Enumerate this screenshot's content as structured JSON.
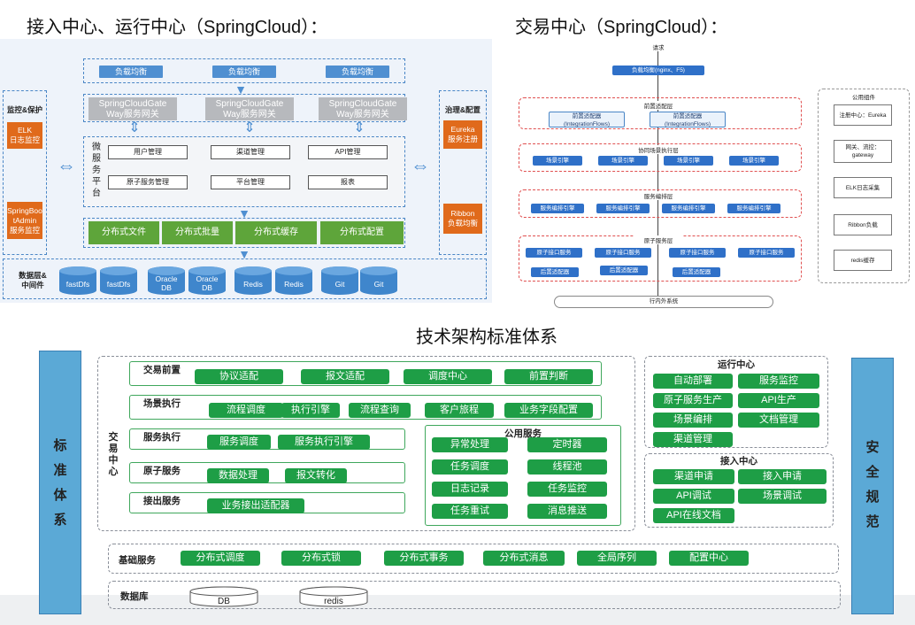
{
  "titles": {
    "left": "接入中心、运行中心（SpringCloud）：",
    "right": "交易中心（SpringCloud）：",
    "bottom": "技术架构标准体系"
  },
  "left_panel": {
    "monitor_label": "监控&保护",
    "governance_label": "治理&配置",
    "elk": [
      "ELK",
      "日志监控"
    ],
    "springboot": [
      "SpringBoo",
      "tAdmin",
      "服务监控"
    ],
    "eureka": [
      "Eureka",
      "服务注册"
    ],
    "ribbon": [
      "Ribbon",
      "负载均衡"
    ],
    "lb": [
      "负载均衡",
      "负载均衡",
      "负载均衡"
    ],
    "gateways": [
      [
        "SpringCloudGate",
        "Way服务网关"
      ],
      [
        "SpringCloudGate",
        "Way服务网关"
      ],
      [
        "SpringCloudGate",
        "Way服务网关"
      ]
    ],
    "platform_label": [
      "微",
      "服",
      "务",
      "平",
      "台"
    ],
    "platform_items": [
      "用户管理",
      "渠道管理",
      "API管理",
      "原子服务管理",
      "平台管理",
      "报表"
    ],
    "green_items": [
      "分布式文件",
      "分布式批量",
      "分布式缓存",
      "分布式配置"
    ],
    "data_label": [
      "数据层&",
      "中间件"
    ],
    "databases": [
      [
        "fastDfs"
      ],
      [
        "fastDfs"
      ],
      [
        "Oracle",
        "DB"
      ],
      [
        "Oracle",
        "DB"
      ],
      [
        "Redis"
      ],
      [
        "Redis"
      ],
      [
        "Git"
      ],
      [
        "Git"
      ]
    ]
  },
  "flow": {
    "request": "请求",
    "lb": "负载均衡(nginx、F5)",
    "front_layer": "前置适配层",
    "front_items": [
      [
        "前置适配器",
        "(IntegrationFlows)"
      ],
      [
        "前置适配器",
        "(IntegrationFlows)"
      ]
    ],
    "scene_layer": "协同场景执行层",
    "scene_items": [
      "场景引擎",
      "场景引擎",
      "场景引擎",
      "场景引擎"
    ],
    "service_layer": "服务编排层",
    "service_items": [
      "服务编排引擎",
      "服务编排引擎",
      "服务编排引擎",
      "服务编排引擎"
    ],
    "atomic_layer": "原子服务层",
    "atomic_top": [
      "原子接口服务",
      "原子接口服务",
      "原子接口服务",
      "原子接口服务"
    ],
    "atomic_bottom": [
      "后置适配器",
      "后置适配器",
      "后置适配器"
    ],
    "bottom": "行内外系统",
    "common_title": "公用组件",
    "common_items": [
      [
        "注册中心：Eureka"
      ],
      [
        "网关、流控：",
        "gateway"
      ],
      [
        "ELK日志采集"
      ],
      [
        "Ribbon负载"
      ],
      [
        "redis缓存"
      ]
    ]
  },
  "arch": {
    "left_bar": [
      "标",
      "准",
      "体",
      "系"
    ],
    "right_bar": [
      "安",
      "全",
      "规",
      "范"
    ],
    "trade_center": [
      "交",
      "易",
      "中",
      "心"
    ],
    "rows": [
      {
        "label": "交易前置",
        "items": [
          "协议适配",
          "报文适配",
          "调度中心",
          "前置判断"
        ]
      },
      {
        "label": "场景执行",
        "items": [
          "流程调度",
          "执行引擎",
          "流程查询",
          "客户旅程",
          "业务字段配置"
        ]
      },
      {
        "label": "服务执行",
        "items": [
          "服务调度",
          "服务执行引擎"
        ]
      },
      {
        "label": "原子服务",
        "items": [
          "数据处理",
          "报文转化"
        ]
      },
      {
        "label": "接出服务",
        "items": [
          "业务接出适配器"
        ]
      }
    ],
    "public_title": "公用服务",
    "public_items": [
      "异常处理",
      "定时器",
      "任务调度",
      "线程池",
      "日志记录",
      "任务监控",
      "任务重试",
      "消息推送"
    ],
    "run_center": "运行中心",
    "run_items": [
      "自动部署",
      "服务监控",
      "原子服务生产",
      "API生产",
      "场景编排",
      "文档管理",
      "渠道管理"
    ],
    "access_center": "接入中心",
    "access_items": [
      "渠道申请",
      "接入申请",
      "API调试",
      "场景调试",
      "API在线文档"
    ],
    "base_label": "基础服务",
    "base_items": [
      "分布式调度",
      "分布式锁",
      "分布式事务",
      "分布式消息",
      "全局序列",
      "配置中心"
    ],
    "db_label": "数据库",
    "db_items": [
      "DB",
      "redis"
    ]
  },
  "colors": {
    "green": "#1e9e46",
    "blue": "#4f8fd1",
    "orange": "#e06a1b",
    "flow_blue": "#2f70c8",
    "bar": "#5ba9d6"
  }
}
